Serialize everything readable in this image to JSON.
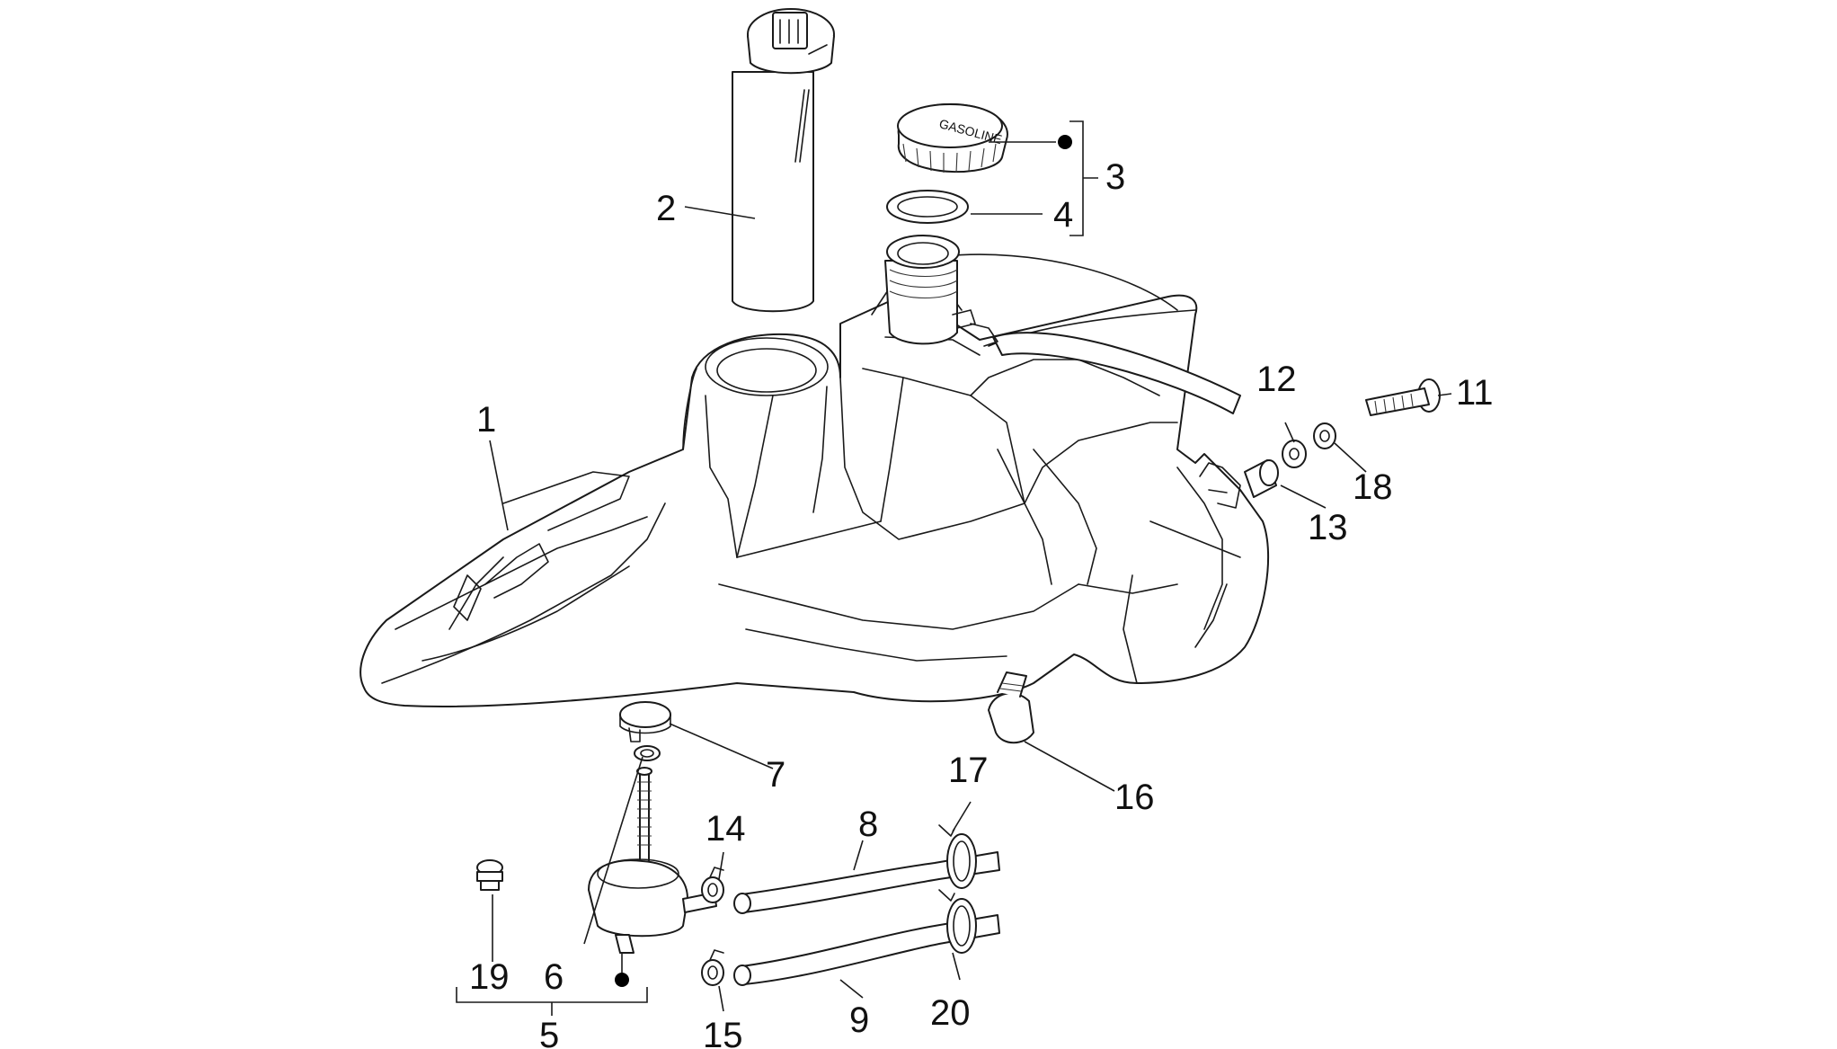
{
  "diagram": {
    "callouts": {
      "c1": "1",
      "c2": "2",
      "c3": "3",
      "c4": "4",
      "c5": "5",
      "c6": "6",
      "c7": "7",
      "c8": "8",
      "c9": "9",
      "c11": "11",
      "c12": "12",
      "c13": "13",
      "c14": "14",
      "c15": "15",
      "c16": "16",
      "c17": "17",
      "c18": "18",
      "c19": "19",
      "c20": "20"
    },
    "cap_label": "GASOLINE"
  }
}
